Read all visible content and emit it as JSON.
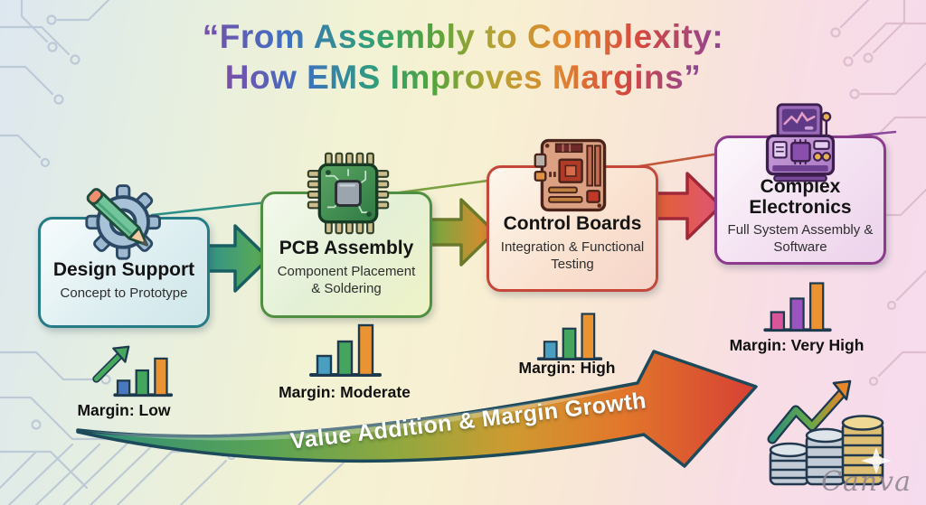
{
  "title": {
    "line1": "“From Assembly to Complexity:",
    "line2": "How EMS Improves Margins”"
  },
  "stages": [
    {
      "name": "Design Support",
      "subtitle": "Concept to Prototype",
      "margin_label": "Margin: Low",
      "margin_level": "Low",
      "icon": "gear-pencil-icon",
      "accent_color": "#267c86"
    },
    {
      "name": "PCB Assembly",
      "subtitle": "Component Placement & Soldering",
      "margin_label": "Margin: Moderate",
      "margin_level": "Moderate",
      "icon": "microchip-icon",
      "accent_color": "#4f8f41"
    },
    {
      "name": "Control Boards",
      "subtitle": "Integration & Functional Testing",
      "margin_label": "Margin: High",
      "margin_level": "High",
      "icon": "motherboard-icon",
      "accent_color": "#c4473a"
    },
    {
      "name": "Complex Electronics",
      "subtitle": "Full System Assembly & Software",
      "margin_label": "Margin: Very High",
      "margin_level": "Very High",
      "icon": "electronics-device-icon",
      "accent_color": "#8c3b8c"
    }
  ],
  "flow_arrows": [
    {
      "from": "Design Support",
      "to": "PCB Assembly",
      "colors": [
        "#2e8f8f",
        "#5fae4e"
      ]
    },
    {
      "from": "PCB Assembly",
      "to": "Control Boards",
      "colors": [
        "#6aab44",
        "#e8862a"
      ]
    },
    {
      "from": "Control Boards",
      "to": "Complex Electronics",
      "colors": [
        "#e2612f",
        "#e05577"
      ]
    }
  ],
  "growth_arrow": {
    "label": "Value Addition & Margin Growth",
    "colors": [
      "#2f8f7a",
      "#93a83e",
      "#e2772b",
      "#d64034"
    ]
  },
  "decorations": {
    "margin_chart_icons": [
      "trend-up-bar-chart-icon",
      "bar-chart-icon",
      "bar-chart-icon",
      "bar-chart-icon"
    ],
    "coins_growth_icon": "coins-growth-icon",
    "background_pattern": "circuit-traces"
  },
  "watermark": {
    "label": "Canva"
  }
}
